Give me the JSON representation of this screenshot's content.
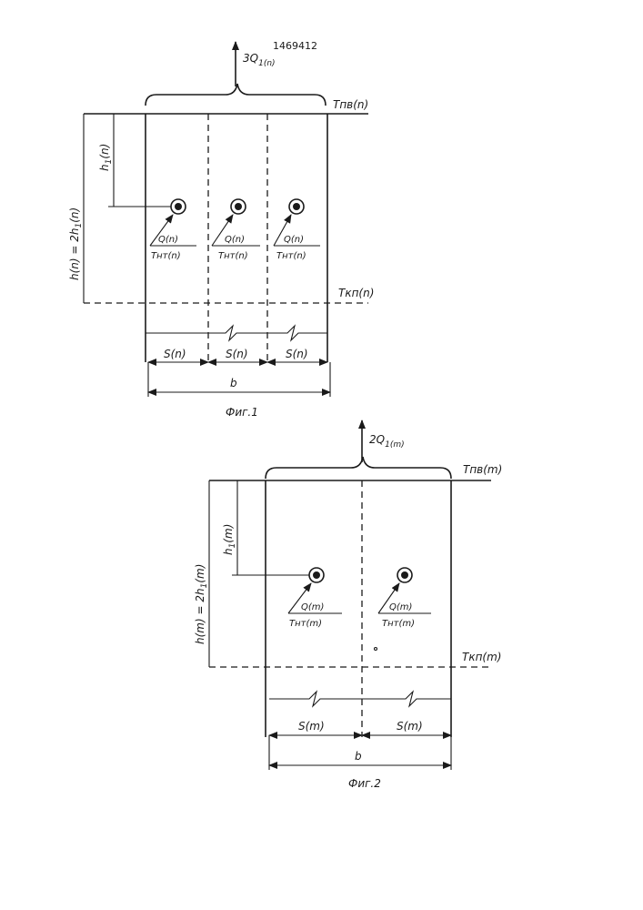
{
  "patent_number": "1469412",
  "fig1": {
    "caption": "Фиг.1",
    "top_flux": "3Q",
    "top_flux_sub": "1(n)",
    "t_top": "Tпв(n)",
    "t_bottom": "Tкп(n)",
    "h1": "h",
    "h1_sub": "1",
    "h1_suffix": "(n)",
    "h_total": "h(n) = 2h",
    "h_total_sub": "1",
    "h_total_suffix": "(n)",
    "src_q": "Q(n)",
    "src_t": "Tнт(n)",
    "s_label": "S(n)",
    "b_label": "b"
  },
  "fig2": {
    "caption": "Фиг.2",
    "top_flux": "2Q",
    "top_flux_sub": "1(m)",
    "t_top": "Tпв(m)",
    "t_bottom": "Tкп(m)",
    "h1": "h",
    "h1_sub": "1",
    "h1_suffix": "(m)",
    "h_total": "h(m) = 2h",
    "h_total_sub": "1",
    "h_total_suffix": "(m)",
    "src_q": "Q(m)",
    "src_t": "Tнт(m)",
    "s_label": "S(m)",
    "b_label": "b"
  }
}
